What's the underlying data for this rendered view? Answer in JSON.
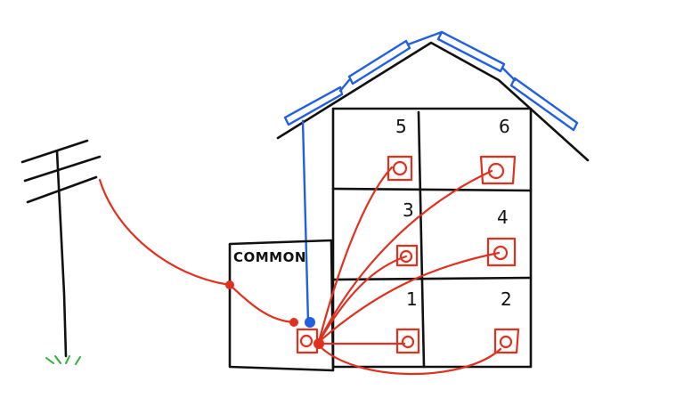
{
  "diagram": {
    "common_box": {
      "label": "COMMON"
    },
    "units": [
      {
        "id": "unit-5",
        "number": "5"
      },
      {
        "id": "unit-6",
        "number": "6"
      },
      {
        "id": "unit-3",
        "number": "3"
      },
      {
        "id": "unit-4",
        "number": "4"
      },
      {
        "id": "unit-1",
        "number": "1"
      },
      {
        "id": "unit-2",
        "number": "2"
      }
    ],
    "colors": {
      "outline": "#111111",
      "wiring": "#e0301e",
      "solar": "#1f5fe0",
      "grass": "#2fae3a"
    },
    "elements": {
      "utility_pole": "utility-pole",
      "solar_panels": "solar-panels-on-roof",
      "meters_per_unit": 6,
      "common_meter": 1
    }
  }
}
